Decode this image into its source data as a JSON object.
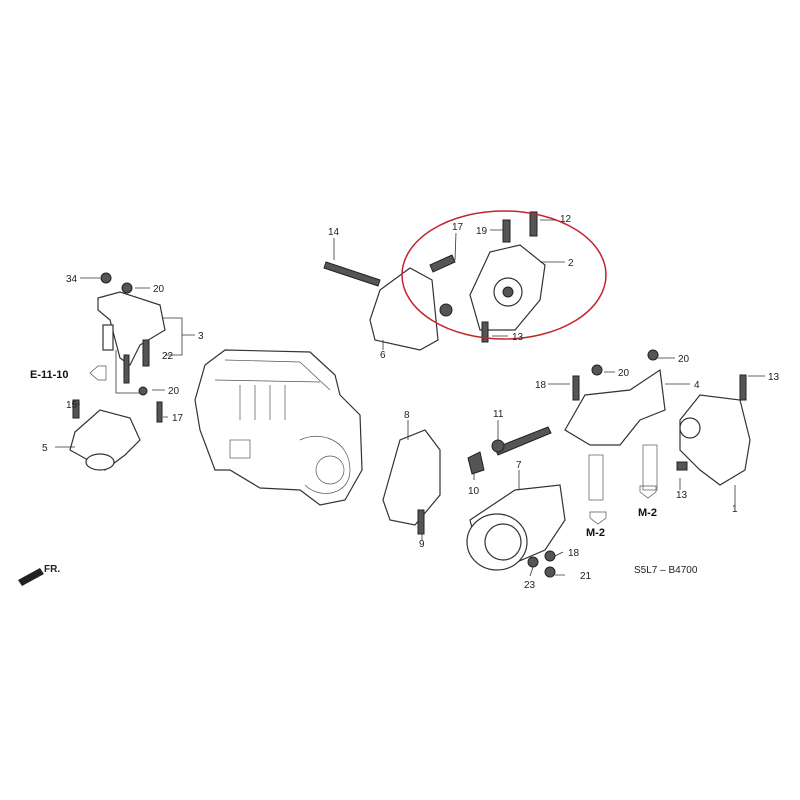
{
  "diagram": {
    "labels": {
      "l14": "14",
      "l17a": "17",
      "l19a": "19",
      "l12": "12",
      "l2": "2",
      "l13a": "13",
      "l6": "6",
      "l34": "34",
      "l20a": "20",
      "l3": "3",
      "l22": "22",
      "l20b": "20",
      "l15": "15",
      "l17b": "17",
      "l5": "5",
      "l8": "8",
      "l11": "11",
      "l10": "10",
      "l7": "7",
      "l9": "9",
      "l18a": "18",
      "l23": "23",
      "l21": "21",
      "l18b": "18",
      "l20c": "20",
      "l20d": "20",
      "l4": "4",
      "l13b": "13",
      "l13c": "13",
      "l1": "1"
    },
    "refs": {
      "e1110": "E-11-10",
      "m2a": "M-2",
      "m2b": "M-2"
    },
    "front_label": "FR.",
    "diagram_code": "S5L7 – B4700",
    "highlight_color": "#c0262c"
  }
}
